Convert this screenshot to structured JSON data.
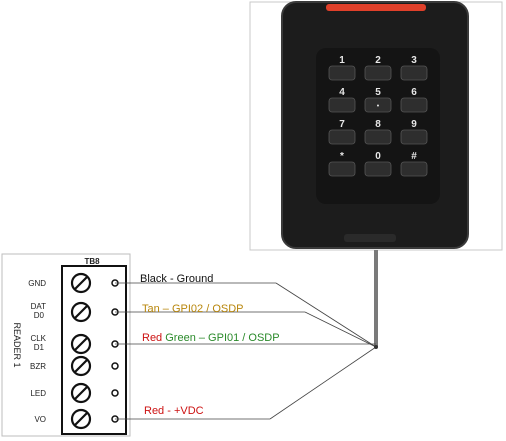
{
  "terminal_block": {
    "id": "TB8",
    "side_label": "READER 1",
    "pins": [
      {
        "name": "GND"
      },
      {
        "name": "DAT",
        "sub": "D0"
      },
      {
        "name": "CLK",
        "sub": "D1"
      },
      {
        "name": "BZR"
      },
      {
        "name": "LED"
      },
      {
        "name": "VO"
      }
    ]
  },
  "wires": [
    {
      "label": "Black - Ground",
      "color": "#111111"
    },
    {
      "label": "Tan – GPI02 / OSDP",
      "color": "#b8860b"
    },
    {
      "label_parts": [
        "Red ",
        "Green – GPI01 / OSDP"
      ],
      "colors": [
        "#cc1111",
        "#2a8a2a"
      ]
    },
    {
      "label": "Red - +VDC",
      "color": "#cc1111"
    }
  ],
  "keypad": {
    "keys": [
      {
        "main": "1",
        "sub": ""
      },
      {
        "main": "2",
        "sub": ""
      },
      {
        "main": "3",
        "sub": ""
      },
      {
        "main": "4",
        "sub": ""
      },
      {
        "main": "5",
        "sub": "•"
      },
      {
        "main": "6",
        "sub": ""
      },
      {
        "main": "7",
        "sub": ""
      },
      {
        "main": "8",
        "sub": ""
      },
      {
        "main": "9",
        "sub": ""
      },
      {
        "main": "*",
        "sub": ""
      },
      {
        "main": "0",
        "sub": ""
      },
      {
        "main": "#",
        "sub": ""
      }
    ]
  },
  "colors": {
    "reader_body": "#1c1c1c",
    "reader_frame": "#d9d9d9",
    "key_face": "#2e2e2e",
    "key_text": "#e8e8e8",
    "led": "#e0402a",
    "cable": "#7a7a7a"
  }
}
